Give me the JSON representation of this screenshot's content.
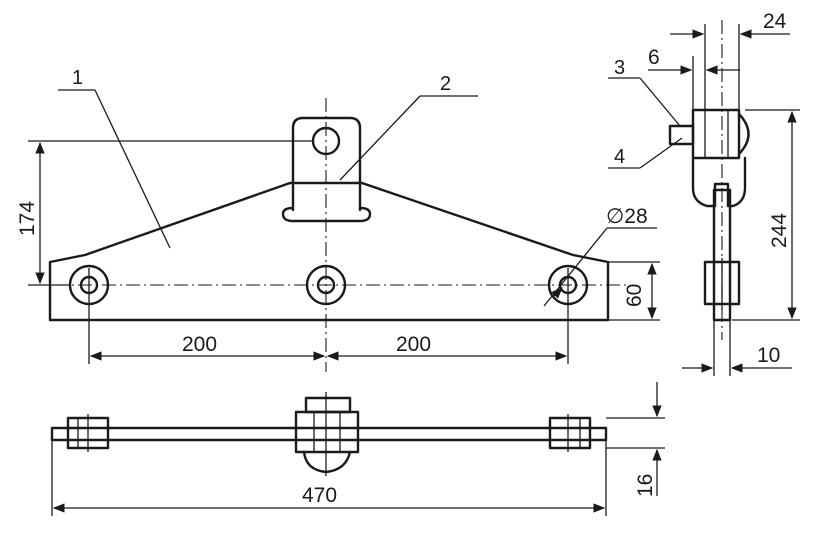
{
  "drawing": {
    "part_labels": [
      "1",
      "2",
      "3",
      "4"
    ],
    "dimensions": {
      "height_174": "174",
      "spacing_left": "200",
      "spacing_right": "200",
      "hole_dia": "∅28",
      "bar_height": "60",
      "total_length": "470",
      "thickness": "16",
      "side_width_top": "24",
      "side_gap": "6",
      "side_height": "244",
      "side_plate_thickness": "10"
    }
  }
}
